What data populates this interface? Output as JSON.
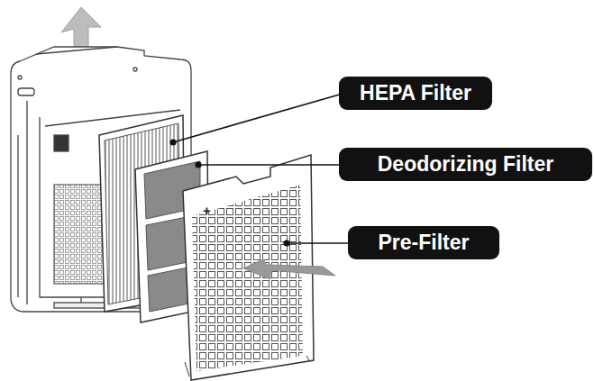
{
  "diagram": {
    "nodes": [
      {
        "text": [
          "HEPA Filter"
        ]
      },
      {
        "text": [
          "Deodorizing Filter"
        ]
      },
      {
        "text": [
          "Pre-Filter"
        ]
      }
    ],
    "labels": [
      "+"
    ]
  }
}
